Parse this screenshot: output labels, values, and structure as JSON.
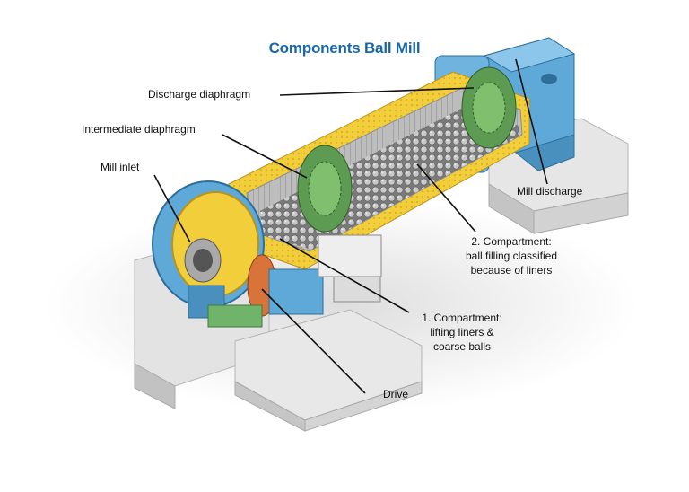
{
  "title": "Components Ball Mill",
  "labels": {
    "discharge_diaphragm": "Discharge diaphragm",
    "intermediate_diaphragm": "Intermediate diaphragm",
    "mill_inlet": "Mill inlet",
    "mill_discharge": "Mill discharge",
    "compartment2": [
      "2. Compartment:",
      "ball filling classified",
      "because of liners"
    ],
    "compartment1": [
      "1. Compartment:",
      "lifting liners &",
      "coarse balls"
    ],
    "drive": "Drive"
  },
  "colors": {
    "title": "#1a67a8",
    "shell_yellow": "#f2cf3a",
    "blue_casing": "#5ea9d8",
    "diaphragm_green": "#5e9b52",
    "concrete": "#d9d9d9",
    "gear_orange": "#d8743a"
  }
}
